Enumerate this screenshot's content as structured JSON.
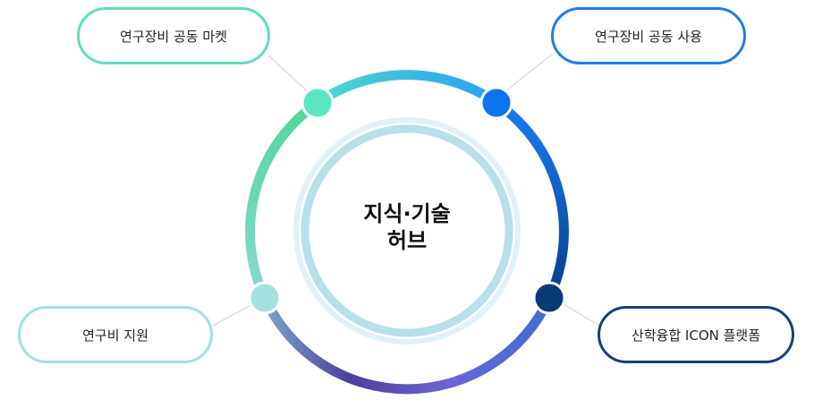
{
  "hub": {
    "line1": "지식·기술",
    "line2": "허브"
  },
  "nodes": [
    {
      "key": "market",
      "label": "연구장비 공동 마켓",
      "border": "#5fdcc0",
      "dot": "#5ae6c3"
    },
    {
      "key": "usage",
      "label": "연구장비 공동 사용",
      "border": "#1c7de6",
      "dot": "#0a74ee"
    },
    {
      "key": "funding",
      "label": "연구비 지원",
      "border": "#9fe0e2",
      "dot": "#a4e2e0"
    },
    {
      "key": "icon",
      "label": "산학융합 ICON 플랫폼",
      "border": "#173f7a",
      "dot": "#083a78"
    }
  ]
}
